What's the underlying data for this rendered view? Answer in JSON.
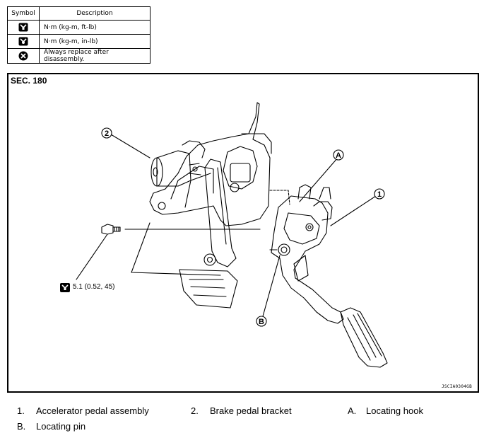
{
  "legend": {
    "header_symbol": "Symbol",
    "header_description": "Description",
    "rows": [
      {
        "icon": "torque-wrench-icon",
        "text": "N·m (kg-m, ft-lb)"
      },
      {
        "icon": "torque-wrench-small-icon",
        "text": "N·m (kg-m, in-lb)"
      },
      {
        "icon": "replace-x-icon",
        "text": "Always replace after disassembly."
      }
    ]
  },
  "figure": {
    "section": "SEC. 180",
    "code": "JSCIA0304GB",
    "torque": "5.1 (0.52, 45)",
    "callouts": {
      "one": "1",
      "two": "2",
      "a": "A",
      "b": "B"
    }
  },
  "captions": [
    {
      "id": "1.",
      "text": "Accelerator pedal assembly"
    },
    {
      "id": "2.",
      "text": "Brake pedal bracket"
    },
    {
      "id": "A.",
      "text": "Locating hook"
    },
    {
      "id": "B.",
      "text": "Locating pin"
    }
  ]
}
